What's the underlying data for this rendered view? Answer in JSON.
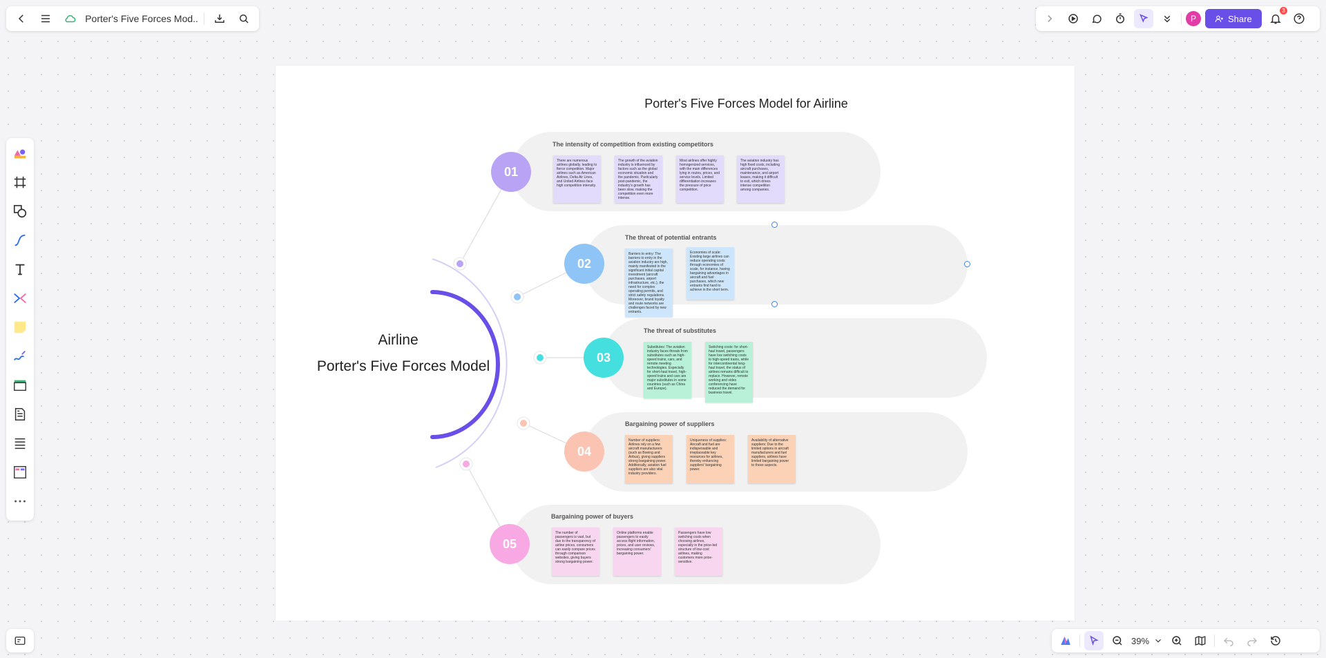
{
  "header": {
    "doc_title": "Porter's Five Forces Mod...",
    "share_label": "Share",
    "avatar_initial": "P",
    "notification_count": "3"
  },
  "zoom": {
    "level": "39%"
  },
  "board": {
    "title": "Porter's Five Forces Model for Airline",
    "center_title": "Airline",
    "center_subtitle": "Porter's Five Forces Model"
  },
  "forces": [
    {
      "number": "01",
      "title": "The intensity of competition from existing competitors",
      "color": "#b9a3f5",
      "note_color": "#e3dbfb",
      "notes": [
        "There are numerous airlines globally, leading to fierce competition. Major airlines such as American Airlines, Delta Air Lines, and United Airlines face high competition intensity.",
        "The growth of the aviation industry is influenced by factors such as the global economic situation and the pandemic. Particularly post-pandemic, the industry's growth has been slow, making the competition even more intense.",
        "Most airlines offer highly homogenized services, with the main differences lying in routes, prices, and service levels. Limited differentiation increases the pressure of price competition.",
        "The aviation industry has high fixed costs, including aircraft purchases, maintenance, and airport leases, making it difficult to exit, which drives intense competition among companies."
      ]
    },
    {
      "number": "02",
      "title": "The threat of potential entrants",
      "color": "#8ec4f6",
      "note_color": "#cde6fb",
      "notes": [
        "Barriers to entry: The barriers to entry in the aviation industry are high, mainly manifested in the significant initial capital investment (aircraft purchases, airport infrastructure, etc.), the need for complex operating permits, and strict safety regulations. Moreover, brand loyalty and route networks are challenges faced by new entrants.",
        "Economies of scale: Existing large airlines can reduce operating costs through economies of scale, for instance, having bargaining advantages in aircraft and fuel purchases, which new entrants find hard to achieve in the short term."
      ]
    },
    {
      "number": "03",
      "title": "The threat of substitutes",
      "color": "#46dfe0",
      "note_color": "#b8f0d8",
      "notes": [
        "Substitutes: The aviation industry faces threats from substitutes such as high-speed trains, cars, and remote meeting technologies. Especially for short-haul travel, high-speed trains and cars are major substitutes in some countries (such as China and Europe).",
        "Switching costs: for short-haul travel, passengers have low switching costs to high-speed trains, while for intercontinental long-haul travel, the status of airlines remains difficult to replace. However, remote working and video conferencing have reduced the demand for business travel."
      ]
    },
    {
      "number": "04",
      "title": "Bargaining power of suppliers",
      "color": "#fbc3b1",
      "note_color": "#fbd2b6",
      "notes": [
        "Number of suppliers: Airlines rely on a few aircraft manufacturers (such as Boeing and Airbus), giving suppliers strong bargaining power. Additionally, aviation fuel suppliers are also vital industry providers.",
        "Uniqueness of supplies: Aircraft and fuel are indispensable and irreplaceable key resources for airlines, thereby enhancing suppliers' bargaining power.",
        "Availability of alternative suppliers: Due to the limited options in aircraft manufacturers and fuel suppliers, airlines have limited bargaining power to those aspects."
      ]
    },
    {
      "number": "05",
      "title": "Bargaining power of buyers",
      "color": "#f8a8e2",
      "note_color": "#f9d6ef",
      "notes": [
        "The number of passengers is vast, but due to the transparency of airline prices, consumers can easily compare prices through comparison websites, giving buyers strong bargaining power.",
        "Online platforms enable passengers to easily access flight information, prices, and user reviews, increasing consumers' bargaining power.",
        "Passengers have low switching costs when choosing airlines, especially in the price-led structure of low-cost airlines, making customers more price-sensitive."
      ]
    }
  ]
}
